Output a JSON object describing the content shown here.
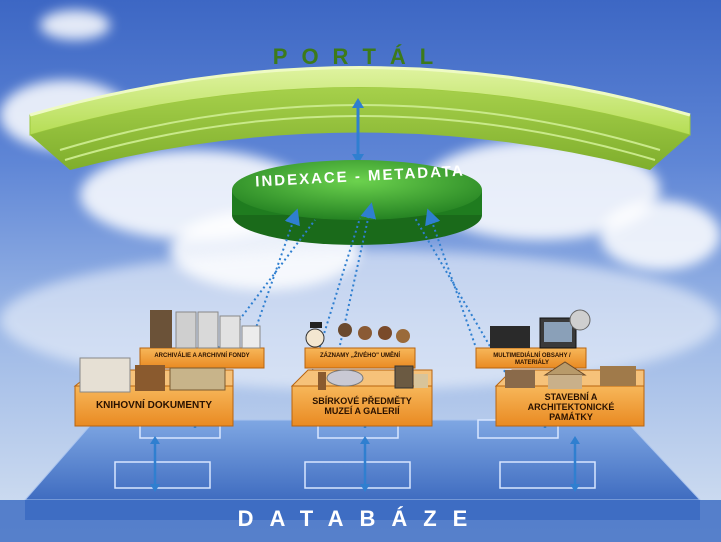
{
  "title_top": "PORTÁL",
  "title_middle": "INDEXACE - METADATA",
  "title_bottom": "DATABÁZE",
  "sources": {
    "archivalie": "ARCHIVÁLIE A ARCHIVNÍ FONDY",
    "knihovni": "KNIHOVNÍ DOKUMENTY",
    "zaznamy": "ZÁZNAMY „ŽIVÉHO\" UMĚNÍ",
    "sbirkove": "SBÍRKOVÉ PŘEDMĚTY MUZEÍ A GALERIÍ",
    "multimedialni": "MULTIMEDIÁLNÍ OBSAHY / MATERIÁLY",
    "stavebni": "STAVEBNÍ A ARCHITEKTONICKÉ PAMÁTKY"
  },
  "colors": {
    "portal_green": "#b8df55",
    "index_green": "#2f9a2a",
    "box_orange": "#f2a13a",
    "database_blue": "#4b78c8",
    "arrow_blue": "#2f7fd0"
  }
}
